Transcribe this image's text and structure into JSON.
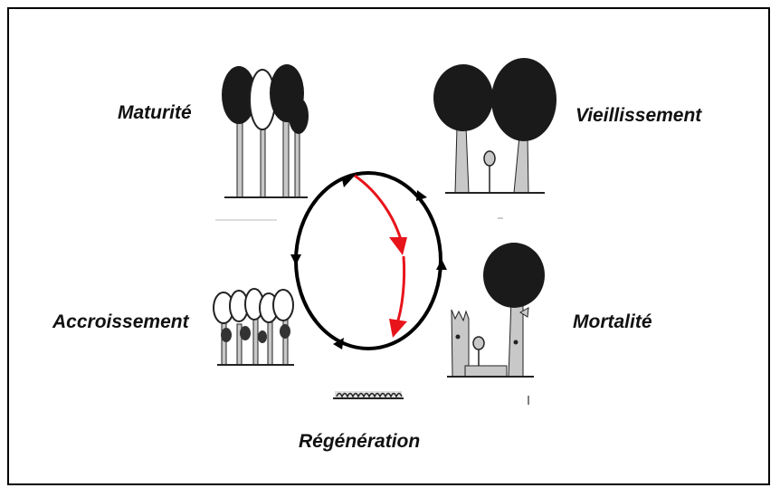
{
  "stages": {
    "maturite": "Maturité",
    "vieillissement": "Vieillissement",
    "accroissement": "Accroissement",
    "mortalite": "Mortalité",
    "regeneration": "Régénération"
  },
  "colors": {
    "cycle_arrow": "#000000",
    "shortcut_arrow": "#e8141b",
    "canopy_dark": "#1a1a1a",
    "trunk": "#c8c8c8",
    "outline": "#222222"
  }
}
